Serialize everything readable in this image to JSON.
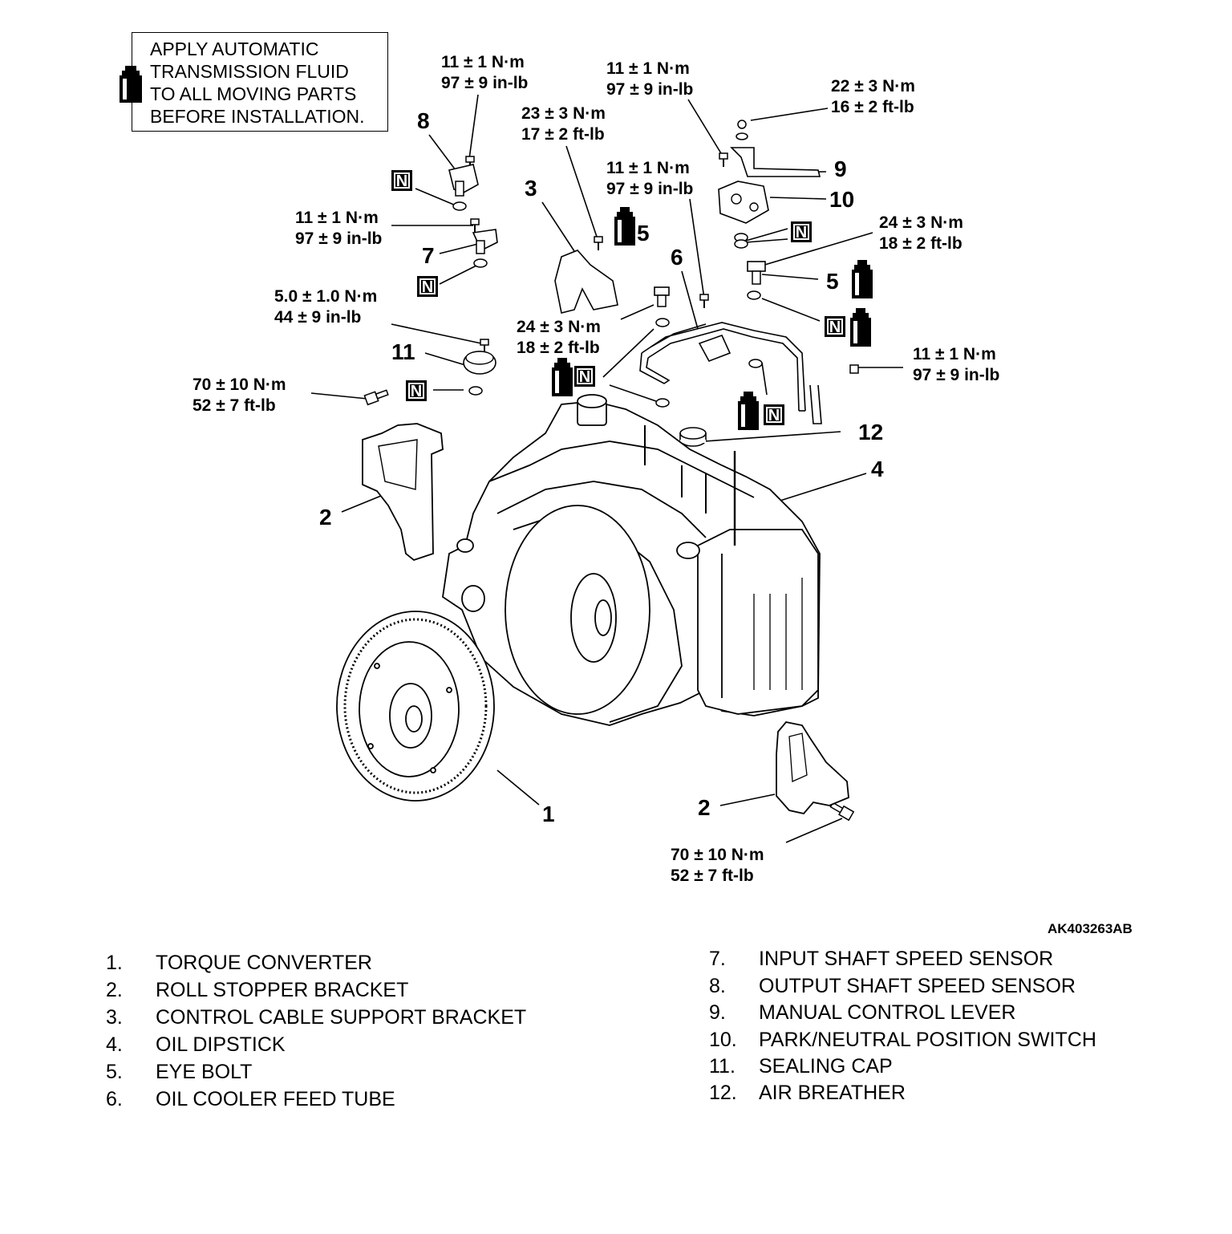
{
  "note": {
    "lines": [
      "APPLY AUTOMATIC",
      "TRANSMISSION FLUID",
      "TO ALL MOVING PARTS",
      "BEFORE INSTALLATION."
    ]
  },
  "torques": {
    "t_8": [
      "11 ± 1 N·m",
      "97 ± 9 in-lb"
    ],
    "t_3": [
      "23 ± 3 N·m",
      "17 ± 2 ft-lb"
    ],
    "t_9": [
      "11 ± 1 N·m",
      "97 ± 9 in-lb"
    ],
    "t_9nut": [
      "22 ± 3 N·m",
      "16 ± 2 ft-lb"
    ],
    "t_10": [
      "11 ± 1 N·m",
      "97 ± 9 in-lb"
    ],
    "t_7": [
      "11 ± 1 N·m",
      "97 ± 9 in-lb"
    ],
    "t_5r": [
      "24 ± 3 N·m",
      "18 ± 2 ft-lb"
    ],
    "t_11": [
      "5.0 ± 1.0 N·m",
      "44 ± 9 in-lb"
    ],
    "t_5l": [
      "24 ± 3 N·m",
      "18 ± 2 ft-lb"
    ],
    "t_6": [
      "11 ± 1 N·m",
      "97 ± 9 in-lb"
    ],
    "t_2l": [
      "70 ± 10 N·m",
      "52 ± 7 ft-lb"
    ],
    "t_2r": [
      "70 ± 10 N·m",
      "52 ± 7 ft-lb"
    ]
  },
  "callouts": {
    "n1": "1",
    "n2a": "2",
    "n2b": "2",
    "n3": "3",
    "n4": "4",
    "n5a": "5",
    "n5b": "5",
    "n6": "6",
    "n7": "7",
    "n8": "8",
    "n9": "9",
    "n10": "10",
    "n11": "11",
    "n12": "12"
  },
  "symbols": {
    "n_marker": "N",
    "fluid_icon": "atf-bottle-icon"
  },
  "figure_code": "AK403263AB",
  "legend": {
    "left": [
      {
        "num": "1.",
        "text": "TORQUE CONVERTER"
      },
      {
        "num": "2.",
        "text": "ROLL STOPPER BRACKET"
      },
      {
        "num": "3.",
        "text": "CONTROL CABLE SUPPORT BRACKET"
      },
      {
        "num": "4.",
        "text": "OIL DIPSTICK"
      },
      {
        "num": "5.",
        "text": "EYE BOLT"
      },
      {
        "num": "6.",
        "text": "OIL COOLER FEED TUBE"
      }
    ],
    "right": [
      {
        "num": "7.",
        "text": "INPUT SHAFT SPEED SENSOR"
      },
      {
        "num": "8.",
        "text": "OUTPUT SHAFT SPEED SENSOR"
      },
      {
        "num": "9.",
        "text": "MANUAL CONTROL LEVER"
      },
      {
        "num": "10.",
        "text": "PARK/NEUTRAL POSITION SWITCH"
      },
      {
        "num": "11.",
        "text": "SEALING CAP"
      },
      {
        "num": "12.",
        "text": "AIR BREATHER"
      }
    ]
  }
}
